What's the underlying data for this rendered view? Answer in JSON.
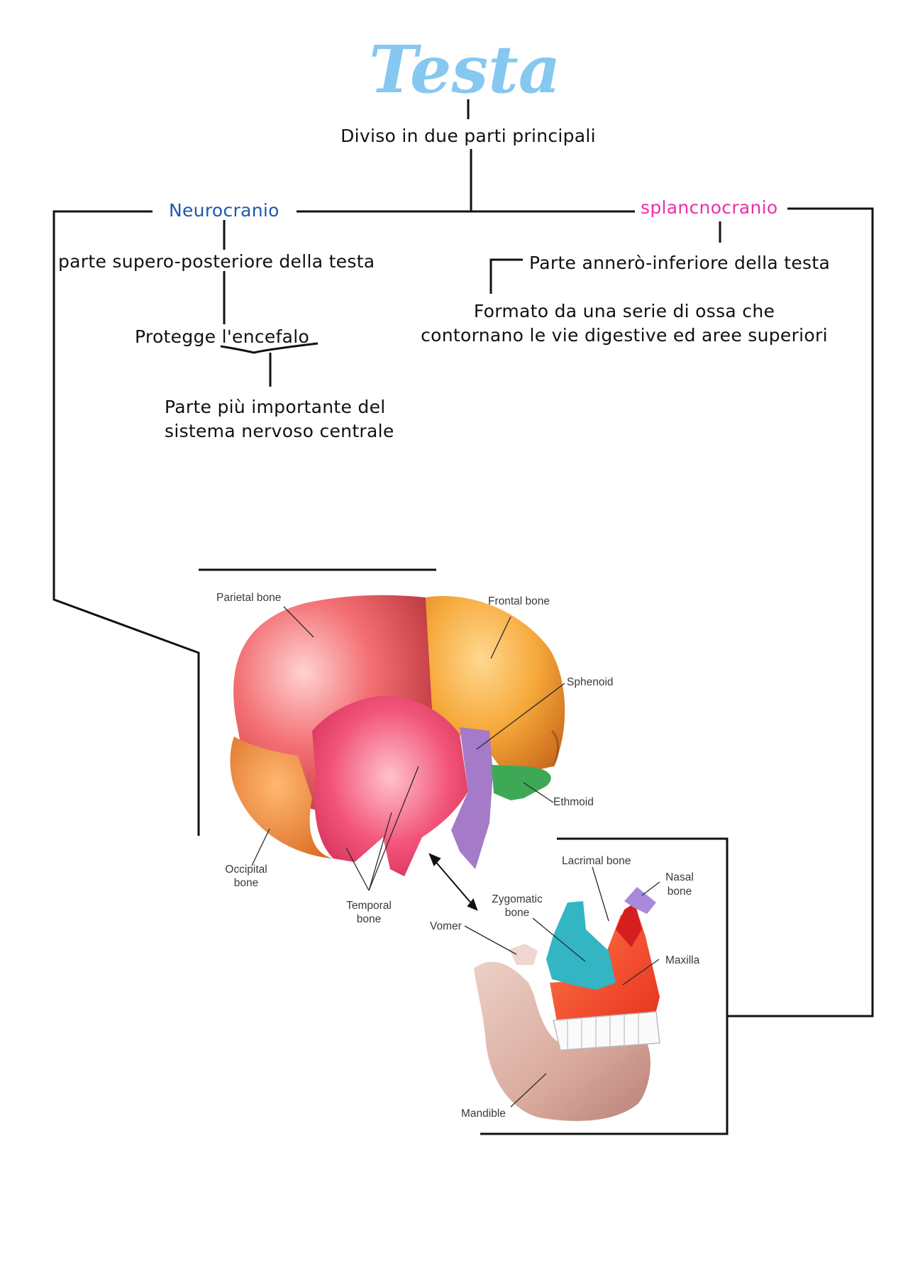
{
  "title": "Testa",
  "subtitle": "Diviso in due parti principali",
  "neurocranio": {
    "label": "Neurocranio",
    "description": "parte supero-posteriore della testa",
    "function": "Protegge l'encefalo",
    "note_line1": "Parte più importante del",
    "note_line2": "sistema nervoso centrale"
  },
  "splancnocranio": {
    "label": "splancnocranio",
    "description": "Parte annerò-inferiore della testa",
    "detail_line1": "Formato da una serie di ossa che",
    "detail_line2": "contornano le vie digestive ed aree superiori"
  },
  "skull_labels": {
    "parietal": "Parietal bone",
    "frontal": "Frontal bone",
    "sphenoid": "Sphenoid",
    "ethmoid": "Ethmoid",
    "occipital_1": "Occipital",
    "occipital_2": "bone",
    "temporal_1": "Temporal",
    "temporal_2": "bone"
  },
  "face_labels": {
    "lacrimal": "Lacrimal bone",
    "nasal_1": "Nasal",
    "nasal_2": "bone",
    "zygomatic_1": "Zygomatic",
    "zygomatic_2": "bone",
    "vomer": "Vomer",
    "maxilla": "Maxilla",
    "mandible": "Mandible"
  },
  "colors": {
    "title": "#86c8f0",
    "neurocranio": "#1c5aa8",
    "splancnocranio": "#ee2eaa",
    "line": "#111111"
  }
}
